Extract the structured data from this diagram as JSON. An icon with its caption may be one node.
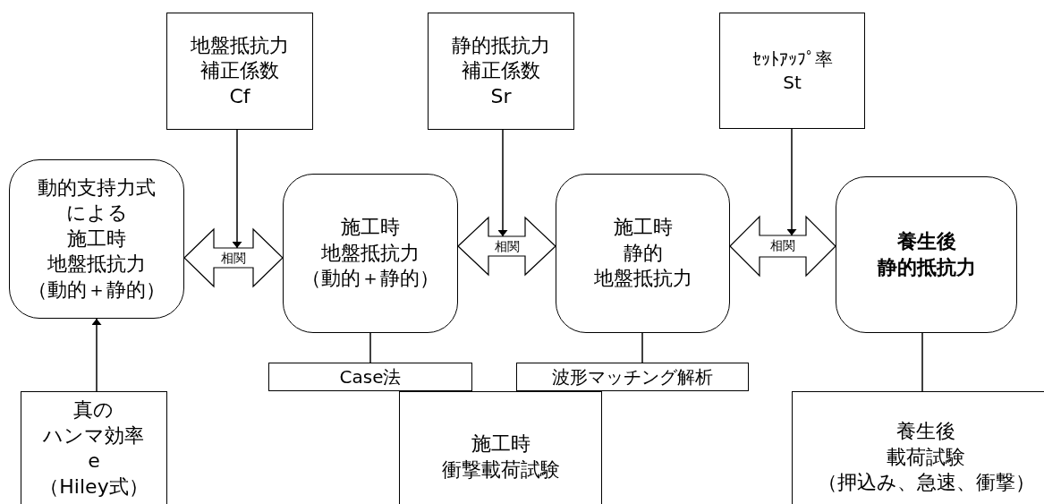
{
  "diagram": {
    "nodes": [
      {
        "text": [
          "地盤抵抗力補正係数Cf"
        ]
      },
      {
        "text": [
          "静的抵抗力補正係数Sr"
        ]
      },
      {
        "text": [
          "ｾｯﾄｱｯﾌﾟ率St"
        ]
      },
      {
        "text": [
          "動的支持力式による施工時地盤抵抗力（動的＋静的）"
        ]
      },
      {
        "text": [
          "施工時地盤抵抗力（動的＋静的）"
        ]
      },
      {
        "text": [
          "施工時静的地盤抵抗力"
        ]
      },
      {
        "text": [
          "養生後静的抵抗力"
        ]
      },
      {
        "text": [
          "Case法"
        ]
      },
      {
        "text": [
          "波形マッチング解析"
        ]
      },
      {
        "text": [
          "施工時衝撃載荷試験"
        ]
      },
      {
        "text": [
          "真のハンマ効率e（Hiley式）"
        ]
      },
      {
        "text": [
          "養生後載荷試験（押込み、急速、衝撃）"
        ]
      }
    ],
    "edges": [
      {
        "from": 3,
        "to": 4,
        "arrow": "both",
        "label": "相関"
      },
      {
        "from": 4,
        "to": 5,
        "arrow": "both",
        "label": "相関"
      },
      {
        "from": 5,
        "to": 6,
        "arrow": "both",
        "label": "相関"
      },
      {
        "from": 0,
        "to": null,
        "arrow": "to"
      },
      {
        "from": 1,
        "to": null,
        "arrow": "to"
      },
      {
        "from": 2,
        "to": null,
        "arrow": "to"
      },
      {
        "from": 4,
        "to": 7,
        "arrow": "none"
      },
      {
        "from": 5,
        "to": 8,
        "arrow": "none"
      },
      {
        "from": 6,
        "to": 11,
        "arrow": "none"
      },
      {
        "from": 10,
        "to": 3,
        "arrow": "to"
      }
    ]
  }
}
